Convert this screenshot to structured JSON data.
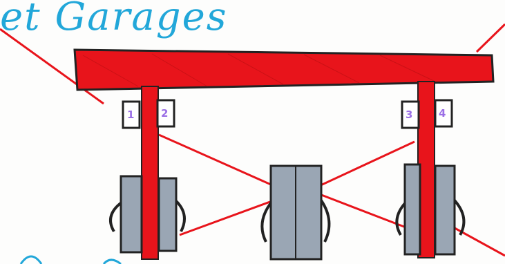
{
  "title": "et Garages",
  "compartment_labels": [
    "1",
    "2",
    "3",
    "4"
  ],
  "colors": {
    "title": "#22a7d9",
    "frame_red": "#e8141b",
    "outline": "#222222",
    "compartment_gray": "#9aa6b4",
    "label_purple": "#9b6fe6"
  }
}
